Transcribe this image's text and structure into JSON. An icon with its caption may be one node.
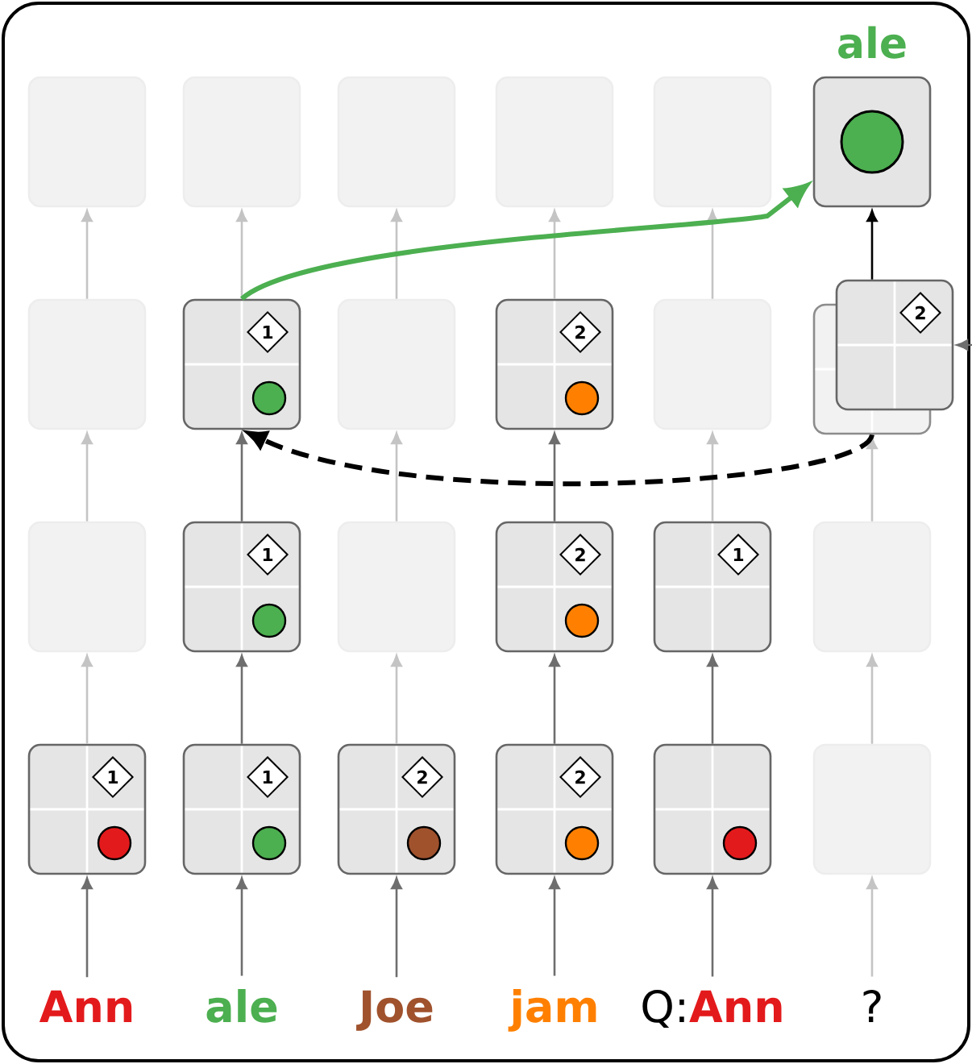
{
  "diagram": {
    "nodes": [
      {
        "text": [],
        "shape": "box"
      },
      {
        "text": [],
        "shape": "box"
      },
      {
        "text": [],
        "shape": "box"
      },
      {
        "text": [],
        "shape": "box"
      },
      {
        "text": [],
        "shape": "box"
      },
      {
        "text": [
          "ale"
        ]
      },
      {
        "text": [],
        "shape": "box"
      },
      {
        "text": [
          "1"
        ]
      },
      {
        "text": [],
        "shape": "box"
      },
      {
        "text": [
          "2"
        ]
      },
      {
        "text": [],
        "shape": "box"
      },
      {
        "text": [],
        "shape": "box"
      },
      {
        "text": [
          "2"
        ]
      },
      {
        "text": [],
        "shape": "box"
      },
      {
        "text": [
          "1"
        ]
      },
      {
        "text": [],
        "shape": "box"
      },
      {
        "text": [
          "2"
        ]
      },
      {
        "text": [
          "1"
        ]
      },
      {
        "text": [],
        "shape": "box"
      },
      {
        "text": [
          "1"
        ]
      },
      {
        "text": [
          "1"
        ]
      },
      {
        "text": [
          "2"
        ]
      },
      {
        "text": [
          "2"
        ]
      },
      {
        "text": [],
        "shape": "box"
      },
      {
        "text": [],
        "shape": "box"
      },
      {
        "text": [
          "Ann"
        ]
      },
      {
        "text": [
          "ale"
        ]
      },
      {
        "text": [
          "Joe"
        ]
      },
      {
        "text": [
          "jam"
        ]
      },
      {
        "text": [
          "Q:",
          "Ann"
        ]
      },
      {
        "text": [
          "?"
        ]
      }
    ],
    "edges": [
      {
        "from": 25,
        "to": 19,
        "arrow": "to",
        "color": "#6e6e6e"
      },
      {
        "from": 26,
        "to": 20,
        "arrow": "to",
        "color": "#6e6e6e"
      },
      {
        "from": 27,
        "to": 21,
        "arrow": "to",
        "color": "#6e6e6e"
      },
      {
        "from": 28,
        "to": 22,
        "arrow": "to",
        "color": "#6e6e6e"
      },
      {
        "from": 29,
        "to": 23,
        "arrow": "to",
        "color": "#6e6e6e"
      },
      {
        "from": 30,
        "to": 24,
        "arrow": "to",
        "color": "#c4c4c4"
      },
      {
        "from": 19,
        "to": 13,
        "arrow": "to",
        "color": "#c4c4c4"
      },
      {
        "from": 20,
        "to": 14,
        "arrow": "to",
        "color": "#6e6e6e"
      },
      {
        "from": 21,
        "to": 15,
        "arrow": "to",
        "color": "#c4c4c4"
      },
      {
        "from": 22,
        "to": 16,
        "arrow": "to",
        "color": "#6e6e6e"
      },
      {
        "from": 23,
        "to": 17,
        "arrow": "to",
        "color": "#6e6e6e"
      },
      {
        "from": 24,
        "to": 18,
        "arrow": "to",
        "color": "#c4c4c4"
      },
      {
        "from": 13,
        "to": 6,
        "arrow": "to",
        "color": "#c4c4c4"
      },
      {
        "from": 14,
        "to": 7,
        "arrow": "to",
        "color": "#6e6e6e"
      },
      {
        "from": 15,
        "to": 8,
        "arrow": "to",
        "color": "#c4c4c4"
      },
      {
        "from": 16,
        "to": 9,
        "arrow": "to",
        "color": "#6e6e6e"
      },
      {
        "from": 17,
        "to": 10,
        "arrow": "to",
        "color": "#c4c4c4"
      },
      {
        "from": 18,
        "to": 11,
        "arrow": "to",
        "color": "#c4c4c4"
      },
      {
        "from": 6,
        "to": 0,
        "arrow": "to",
        "color": "#c4c4c4"
      },
      {
        "from": 7,
        "to": 1,
        "arrow": "to",
        "color": "#c4c4c4"
      },
      {
        "from": 8,
        "to": 2,
        "arrow": "to",
        "color": "#c4c4c4"
      },
      {
        "from": 9,
        "to": 3,
        "arrow": "to",
        "color": "#c4c4c4"
      },
      {
        "from": 10,
        "to": 4,
        "arrow": "to",
        "color": "#c4c4c4"
      },
      {
        "from": 12,
        "to": 5,
        "arrow": "to",
        "color": "#000000"
      },
      {
        "from": 7,
        "to": 5,
        "arrow": "to",
        "style": "thick",
        "color": "#4caf50"
      },
      {
        "from": 11,
        "to": 7,
        "arrow": "to",
        "style": "dashed",
        "color": "#000000"
      },
      {
        "from": null,
        "to": 12,
        "arrow": "to",
        "color": "#6e6e6e"
      }
    ]
  }
}
